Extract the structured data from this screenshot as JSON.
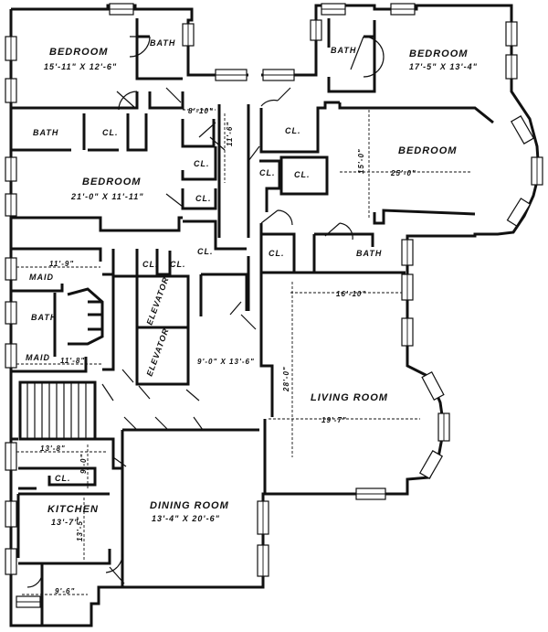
{
  "rooms": {
    "bedroom_nw": {
      "name": "BEDROOM",
      "size": "15'-11\" X 12'-6\""
    },
    "bath_nw": "BATH",
    "bath_ne": "BATH",
    "bedroom_ne": {
      "name": "BEDROOM",
      "size": "17'-5\" X 13'-4\""
    },
    "bath_w": "BATH",
    "closet_w": "CL.",
    "bedroom_w": {
      "name": "BEDROOM",
      "size": "21'-0\" X 11'-11\""
    },
    "closet_mid": "CL.",
    "closet_mid2": "CL.",
    "closet_e1": "CL.",
    "closet_e2": "CL.",
    "closet_e3": "CL.",
    "bedroom_e": {
      "name": "BEDROOM",
      "size": "25'-0\"",
      "depth": "15'-0\""
    },
    "closet_c1": "CL.",
    "closet_c2": "CL.",
    "closet_c3": "CL.",
    "closet_e4": "CL.",
    "bath_e": "BATH",
    "maid_1": "MAID",
    "bath_maid": "BATH",
    "maid_2": "MAID",
    "elevator_1": "ELEVATOR",
    "elevator_2": "ELEVATOR",
    "hall": {
      "size": "9'-0\" X 13'-6\""
    },
    "living": {
      "name": "LIVING ROOM",
      "width": "16'-10\"",
      "length": "28'-0\"",
      "bay": "19'-7\""
    },
    "kitchen": {
      "name": "KITCHEN",
      "size": "13'-7\""
    },
    "closet_k": "CL.",
    "dining": {
      "name": "DINING ROOM",
      "size": "13'-4\" X 20'-6\""
    }
  },
  "dimensions": {
    "corridor": "8'-10\"",
    "corridor_v": "11'-6\"",
    "maid_1_w": "11'-9\"",
    "maid_2_w": "11'-8\"",
    "pantry_w": "13'-8\"",
    "pantry_h": "9'-0\"",
    "kitchen_h": "13'-5\"",
    "service": "9'-6\""
  }
}
